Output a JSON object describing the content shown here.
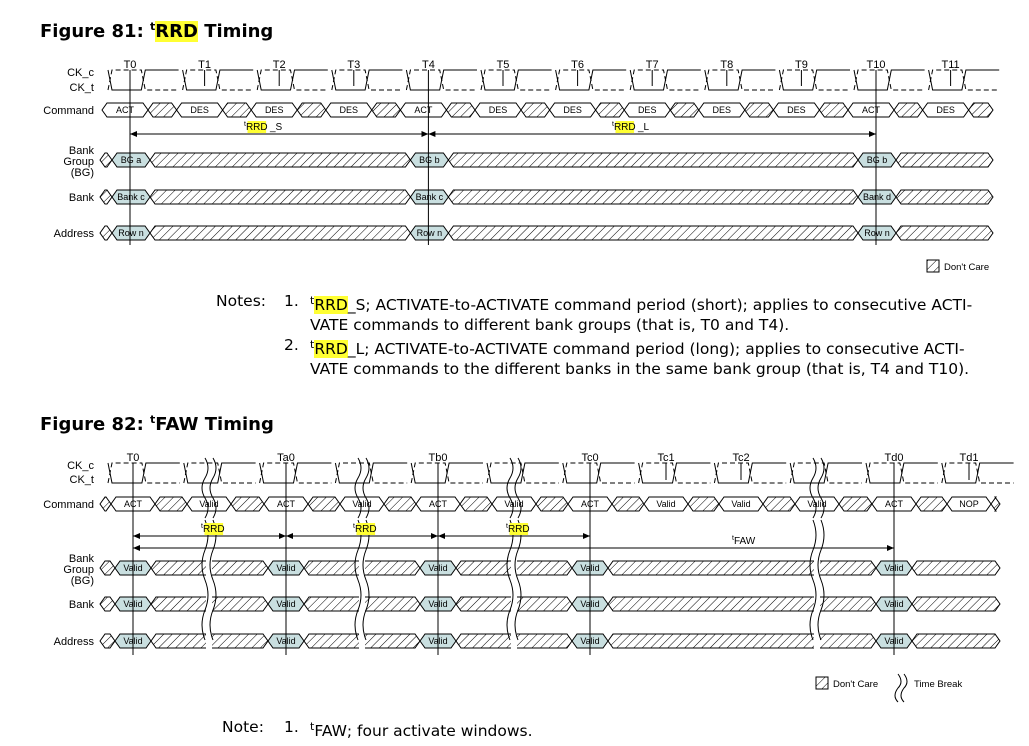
{
  "fig81": {
    "title_prefix": "Figure 81: ",
    "title_sup": "t",
    "title_hl": "RRD",
    "title_suffix": " Timing",
    "clock_labels": [
      "CK_c",
      "CK_t"
    ],
    "row_labels": {
      "command": "Command",
      "bg": [
        "Bank",
        "Group",
        "(BG)"
      ],
      "bank": "Bank",
      "address": "Address"
    },
    "time_labels": [
      "T0",
      "T1",
      "T2",
      "T3",
      "T4",
      "T5",
      "T6",
      "T7",
      "T8",
      "T9",
      "T10",
      "T11"
    ],
    "commands": [
      "ACT",
      "DES",
      "DES",
      "DES",
      "ACT",
      "DES",
      "DES",
      "DES",
      "DES",
      "DES",
      "ACT",
      "DES"
    ],
    "bg_values": [
      "BG a",
      "BG b",
      "BG b"
    ],
    "bank_values": [
      "Bank c",
      "Bank c",
      "Bank d"
    ],
    "addr_values": [
      "Row n",
      "Row n",
      "Row n"
    ],
    "span_s": {
      "sup": "t",
      "hl": "RRD",
      "rest": "_S"
    },
    "span_l": {
      "sup": "t",
      "hl": "RRD",
      "rest": "_L"
    },
    "legend_dontcare": "Don't Care",
    "notes_label": "Notes:",
    "notes": [
      {
        "num": "1.",
        "sup": "t",
        "hl": "RRD",
        "line1_rest": "_S; ACTIVATE-to-ACTIVATE command period (short); applies to consecutive ACTI-",
        "line2": "VATE commands to different bank groups (that is, T0 and T4)."
      },
      {
        "num": "2.",
        "sup": "t",
        "hl": "RRD",
        "line1_rest": "_L; ACTIVATE-to-ACTIVATE command period (long); applies to consecutive ACTI-",
        "line2": "VATE commands to the different banks in the same bank group (that is, T4 and T10)."
      }
    ]
  },
  "fig82": {
    "title_prefix": "Figure 82: ",
    "title_sup": "t",
    "title_rest": "FAW Timing",
    "clock_labels": [
      "CK_c",
      "CK_t"
    ],
    "row_labels": {
      "command": "Command",
      "bg": [
        "Bank",
        "Group",
        "(BG)"
      ],
      "bank": "Bank",
      "address": "Address"
    },
    "time_labels": [
      "T0",
      "Ta0",
      "Tb0",
      "Tc0",
      "Tc1",
      "Tc2",
      "Td0",
      "Td1"
    ],
    "commands": [
      "ACT",
      "Valid",
      "ACT",
      "Valid",
      "ACT",
      "Valid",
      "ACT",
      "Valid",
      "Valid",
      "Valid",
      "ACT",
      "NOP"
    ],
    "valid": "Valid",
    "rrd_label": "RRD",
    "rrd_sup": "t",
    "faw_label": "FAW",
    "faw_sup": "t",
    "legend_dontcare": "Don't Care",
    "legend_timebreak": "Time Break",
    "note_label": "Note:",
    "note_num": "1.",
    "note_sup": "t",
    "note_text": "FAW; four activate windows."
  },
  "colors": {
    "highlight": "#ffff33",
    "valid_fill": "#c9dfe0",
    "line": "#000000"
  }
}
